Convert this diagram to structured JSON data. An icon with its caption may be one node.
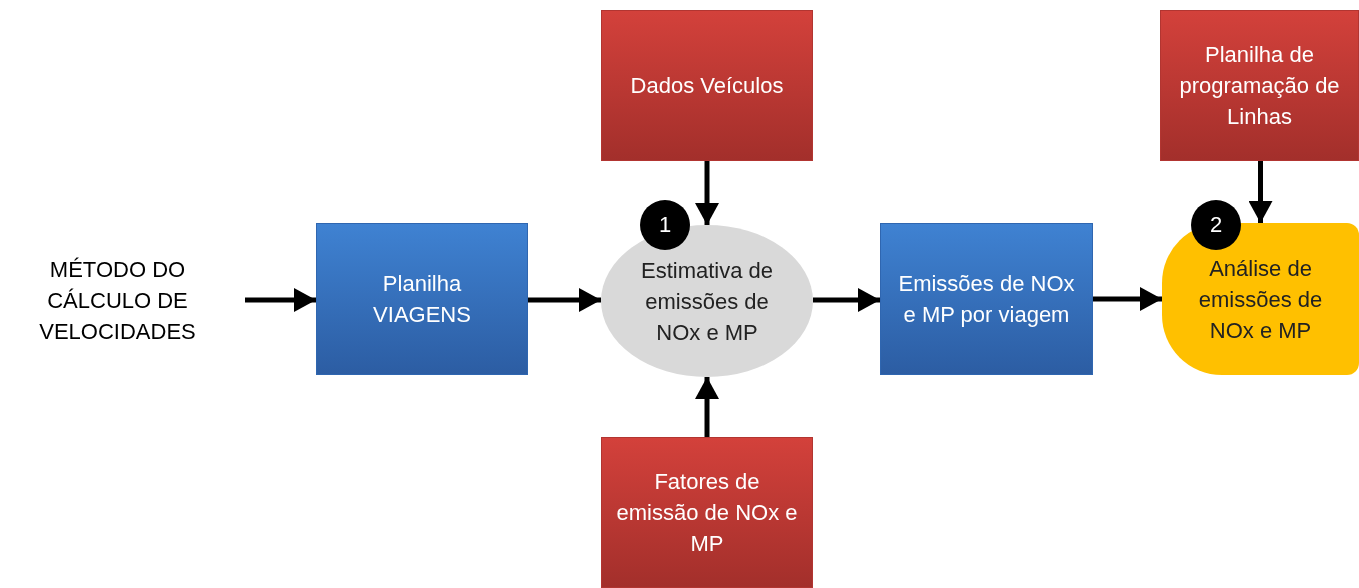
{
  "diagram": {
    "nodes": [
      {
        "text": [
          "MÉTODO DO CÁLCULO DE VELOCIDADES"
        ]
      },
      {
        "text": [
          "Planilha VIAGENS"
        ]
      },
      {
        "text": [
          "Dados Veículos"
        ]
      },
      {
        "text": [
          "Estimativa de emissões de NOx e MP"
        ]
      },
      {
        "text": [
          "Fatores de emissão de NOx e MP"
        ]
      },
      {
        "text": [
          "Emissões de NOx e MP por viagem"
        ]
      },
      {
        "text": [
          "Planilha de programação de Linhas"
        ]
      },
      {
        "text": [
          "Análise de emissões de NOx e MP"
        ]
      }
    ],
    "edges": [
      {
        "from": 0,
        "to": 1,
        "arrow": "to"
      },
      {
        "from": 1,
        "to": 3,
        "arrow": "to"
      },
      {
        "from": 2,
        "to": 3,
        "arrow": "to"
      },
      {
        "from": 4,
        "to": 3,
        "arrow": "to"
      },
      {
        "from": 3,
        "to": 5,
        "arrow": "to"
      },
      {
        "from": 5,
        "to": 7,
        "arrow": "to"
      },
      {
        "from": 6,
        "to": 7,
        "arrow": "to"
      }
    ],
    "labels": [
      "1",
      "2"
    ]
  }
}
